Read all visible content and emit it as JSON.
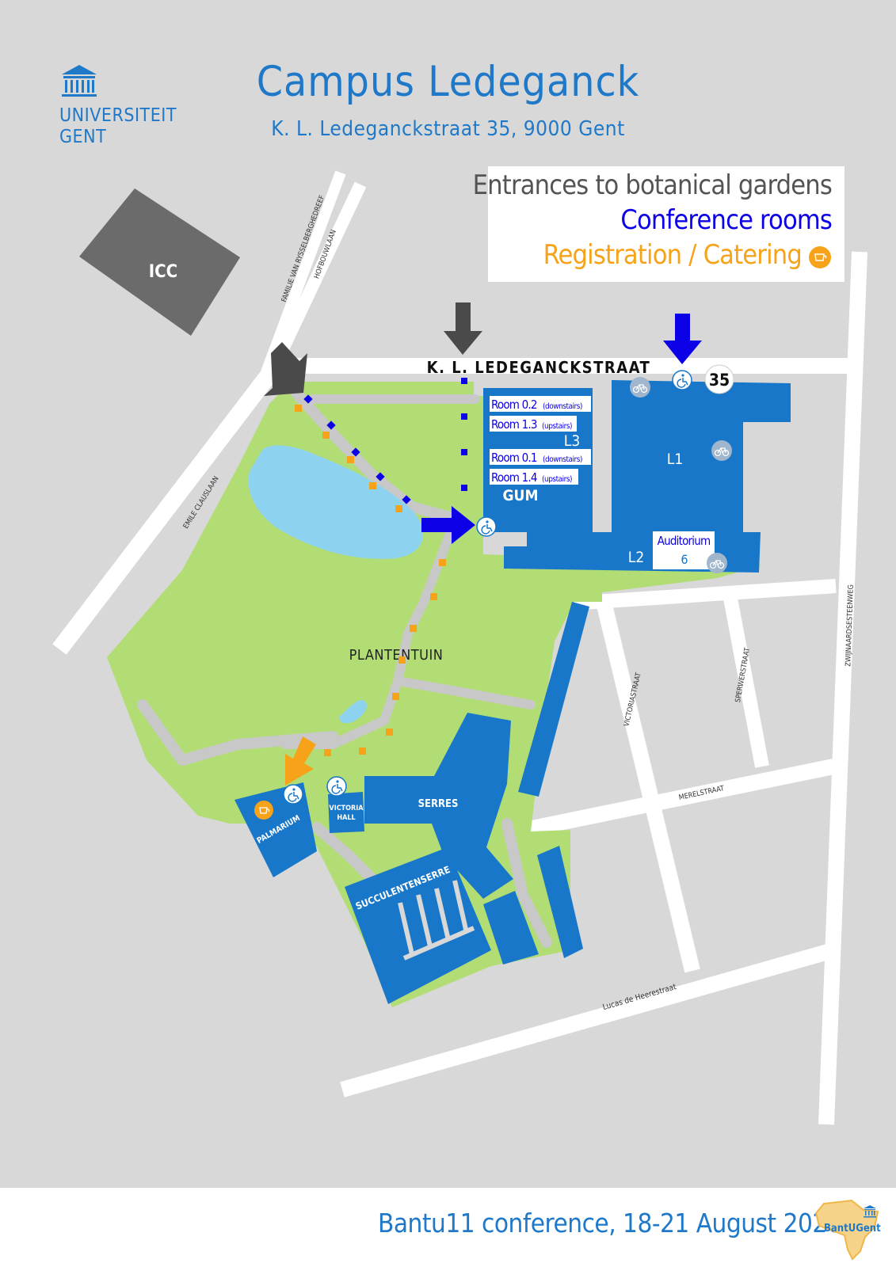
{
  "logo": {
    "line1": "UNIVERSITEIT",
    "line2": "GENT"
  },
  "header": {
    "title": "Campus Ledeganck",
    "address": "K. L. Ledeganckstraat 35, 9000 Gent"
  },
  "legend": {
    "entrances": "Entrances to botanical gardens",
    "rooms": "Conference rooms",
    "registration": "Registration / Catering"
  },
  "colors": {
    "background": "#d8d8d8",
    "road": "#ffffff",
    "park": "#b2dd74",
    "building": "#1977c9",
    "icc": "#6b6b6b",
    "water": "#8dd3f0",
    "path": "#c8c8c8",
    "entrance_arrow": "#4a4a4a",
    "room_arrow": "#0b00e6",
    "registration_arrow": "#f6a31a",
    "title_blue": "#1f78c8",
    "legend_gray": "#545454",
    "legend_orange": "#f6a31a"
  },
  "icons": [
    "bank-building-icon",
    "wheelchair-icon",
    "bicycle-icon",
    "coffee-cup-icon",
    "down-arrow-icon",
    "right-arrow-icon",
    "africa-map-icon"
  ],
  "streets": {
    "ledeganck": "K. L. LEDEGANCKSTRAAT",
    "familie": "FAMILIE VAN RYSSELBERGHEDREEF",
    "hofbouw": "HOFBOUWLAAN",
    "emile": "EMILE CLAUSLAAN",
    "victoria": "VICTORIASTRAAT",
    "sperwer": "SPERWERSTRAAT",
    "zwijnaarde": "ZWIJNAARDSESTEENWEG",
    "merel": "MERELSTRAAT",
    "lucas": "Lucas de Heerestraat"
  },
  "buildings": {
    "icc": "ICC",
    "l3": "L3",
    "gum": "GUM",
    "l1": "L1",
    "l2": "L2",
    "number": "35",
    "auditorium": "Auditorium",
    "auditorium_num": "6",
    "serres": "SERRES",
    "succulent": "SUCCULENTENSERRE",
    "palmarium": "PALMARIUM",
    "victoria_line1": "VICTORIA",
    "victoria_line2": "HALL",
    "plantentuin": "PLANTENTUIN"
  },
  "rooms": [
    {
      "name": "Room 0.2",
      "note": "(downstairs)"
    },
    {
      "name": "Room 1.3",
      "note": "(upstairs)"
    },
    {
      "name": "Room 0.1",
      "note": "(downstairs)"
    },
    {
      "name": "Room 1.4",
      "note": "(upstairs)"
    }
  ],
  "footer": {
    "text": "Bantu11 conference, 18-21 August 2026",
    "logo_text": "BantUGent"
  }
}
